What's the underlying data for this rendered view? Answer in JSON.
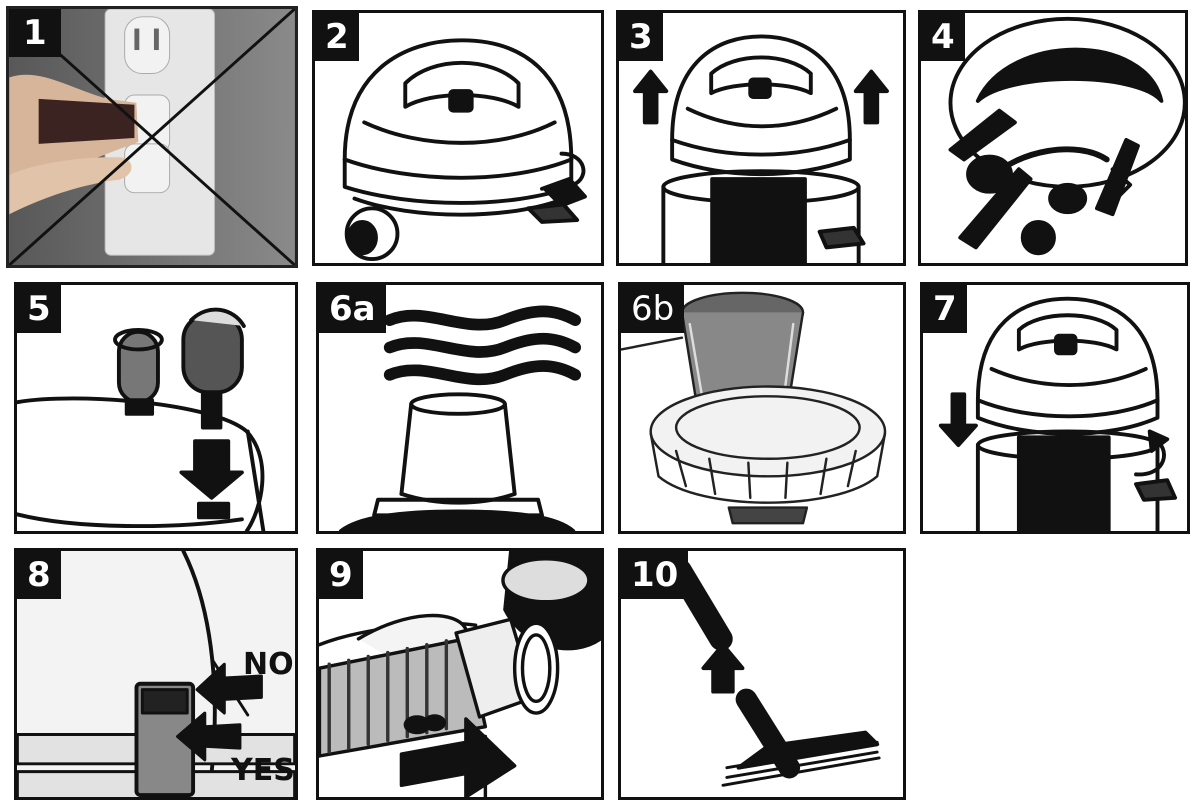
{
  "steps": [
    {
      "label": "1"
    },
    {
      "label": "2"
    },
    {
      "label": "3"
    },
    {
      "label": "4"
    },
    {
      "label": "5"
    },
    {
      "label": "6a"
    },
    {
      "label": "6b"
    },
    {
      "label": "7"
    },
    {
      "label": "8",
      "no_label": "NO",
      "yes_label": "YES"
    },
    {
      "label": "9"
    },
    {
      "label": "10"
    }
  ]
}
